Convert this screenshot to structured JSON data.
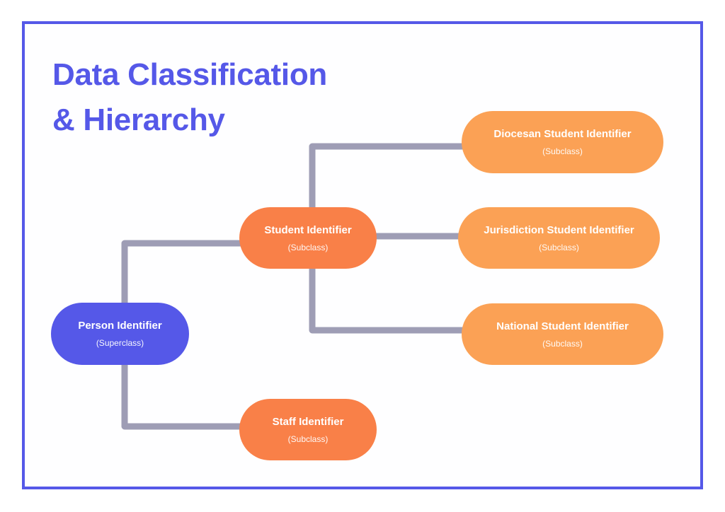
{
  "title": {
    "line1": "Data Classification",
    "line2": "& Hierarchy"
  },
  "colors": {
    "frame": "#5558E8",
    "title": "#5558E8",
    "superclass": "#5558E8",
    "subclass_level1": "#F98048",
    "subclass_level2": "#FBA155",
    "connector": "#9E9DB5",
    "node_text": "#FFFFFF"
  },
  "nodes": {
    "person": {
      "label": "Person Identifier",
      "type": "(Superclass)"
    },
    "student": {
      "label": "Student Identifier",
      "type": "(Subclass)"
    },
    "staff": {
      "label": "Staff Identifier",
      "type": "(Subclass)"
    },
    "diocesan": {
      "label": "Diocesan Student Identifier",
      "type": "(Subclass)"
    },
    "jurisdiction": {
      "label": "Jurisdiction Student Identifier",
      "type": "(Subclass)"
    },
    "national": {
      "label": "National Student Identifier",
      "type": "(Subclass)"
    }
  },
  "edges": [
    {
      "from": "person",
      "to": "student"
    },
    {
      "from": "person",
      "to": "staff"
    },
    {
      "from": "student",
      "to": "diocesan"
    },
    {
      "from": "student",
      "to": "jurisdiction"
    },
    {
      "from": "student",
      "to": "national"
    }
  ]
}
